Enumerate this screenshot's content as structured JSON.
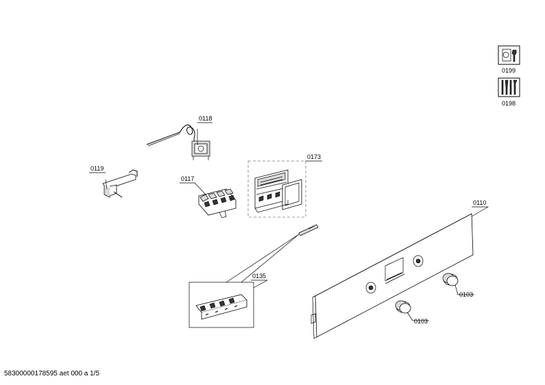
{
  "parts": {
    "p0199": "0199",
    "p0198": "0198",
    "p0118": "0118",
    "p0173": "0173",
    "p0119": "0119",
    "p0117": "0117",
    "p0110": "0110",
    "p0135": "0135",
    "p0103a": "0103",
    "p0103b": "0103"
  },
  "footer": {
    "doc_id": "58300000178595 aet 000 a 1/5"
  },
  "icons": {
    "p0199": "wrench-nut-icon",
    "p0198": "tools-set-icon"
  }
}
